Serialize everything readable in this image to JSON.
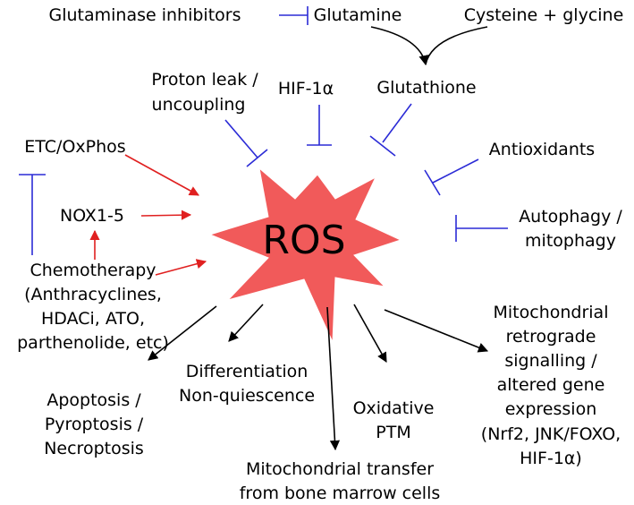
{
  "center": {
    "label": "ROS"
  },
  "inhibitors": {
    "glutaminase": "Glutaminase inhibitors",
    "proton_leak": [
      "Proton leak /",
      "uncoupling"
    ],
    "hif": "HIF-1α",
    "glutathione": "Glutathione",
    "antioxidants": "Antioxidants",
    "autophagy": [
      "Autophagy /",
      "mitophagy"
    ]
  },
  "precursors": {
    "glutamine": "Glutamine",
    "cysteine_glycine": "Cysteine + glycine"
  },
  "inducers": {
    "etc": "ETC/OxPhos",
    "nox": "NOX1-5",
    "chemotherapy": [
      "Chemotherapy",
      "(Anthracyclines,",
      "HDACi, ATO,",
      "parthenolide, etc)"
    ]
  },
  "outcomes": {
    "apoptosis": [
      "Apoptosis /",
      "Pyroptosis /",
      "Necroptosis"
    ],
    "differentiation": [
      "Differentiation",
      "Non-quiescence"
    ],
    "mito_transfer": [
      "Mitochondrial transfer",
      "from bone marrow cells"
    ],
    "oxidative_ptm": [
      "Oxidative",
      "PTM"
    ],
    "retrograde": [
      "Mitochondrial",
      "retrograde",
      "signalling /",
      "altered gene",
      "expression",
      "(Nrf2, JNK/FOXO,",
      "HIF-1α)"
    ]
  },
  "colors": {
    "starburst": "#f15a5a",
    "inhibition": "#2b2bd6",
    "activation": "#e02020",
    "effect": "#000000"
  }
}
